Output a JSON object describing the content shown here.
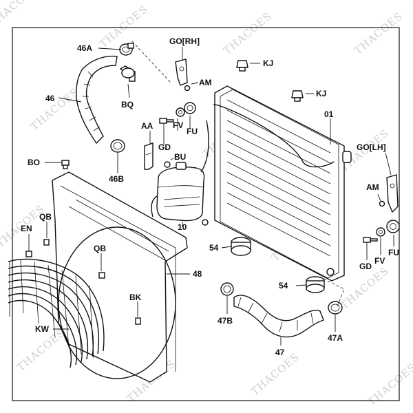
{
  "watermark": "THACOES",
  "labels": [
    {
      "key": "46A",
      "text": "46A"
    },
    {
      "key": "GO_RH",
      "text": "GO[RH]"
    },
    {
      "key": "KJ_top",
      "text": "KJ"
    },
    {
      "key": "AM_top",
      "text": "AM"
    },
    {
      "key": "KJ_mid",
      "text": "KJ"
    },
    {
      "key": "46",
      "text": "46"
    },
    {
      "key": "BQ",
      "text": "BQ"
    },
    {
      "key": "01",
      "text": "01"
    },
    {
      "key": "AA",
      "text": "AA"
    },
    {
      "key": "FV_top",
      "text": "FV"
    },
    {
      "key": "FU_top",
      "text": "FU"
    },
    {
      "key": "GD_top",
      "text": "GD"
    },
    {
      "key": "BU",
      "text": "BU"
    },
    {
      "key": "GO_LH",
      "text": "GO[LH]"
    },
    {
      "key": "BO",
      "text": "BO"
    },
    {
      "key": "46B",
      "text": "46B"
    },
    {
      "key": "AM_right",
      "text": "AM"
    },
    {
      "key": "QB_left",
      "text": "QB"
    },
    {
      "key": "EN",
      "text": "EN"
    },
    {
      "key": "10",
      "text": "10"
    },
    {
      "key": "54_top",
      "text": "54"
    },
    {
      "key": "QB_center",
      "text": "QB"
    },
    {
      "key": "FU_right",
      "text": "FU"
    },
    {
      "key": "FV_right",
      "text": "FV"
    },
    {
      "key": "GD_right",
      "text": "GD"
    },
    {
      "key": "48",
      "text": "48"
    },
    {
      "key": "54_bottom",
      "text": "54"
    },
    {
      "key": "BK",
      "text": "BK"
    },
    {
      "key": "47B",
      "text": "47B"
    },
    {
      "key": "KW",
      "text": "KW"
    },
    {
      "key": "47A",
      "text": "47A"
    },
    {
      "key": "47",
      "text": "47"
    }
  ]
}
